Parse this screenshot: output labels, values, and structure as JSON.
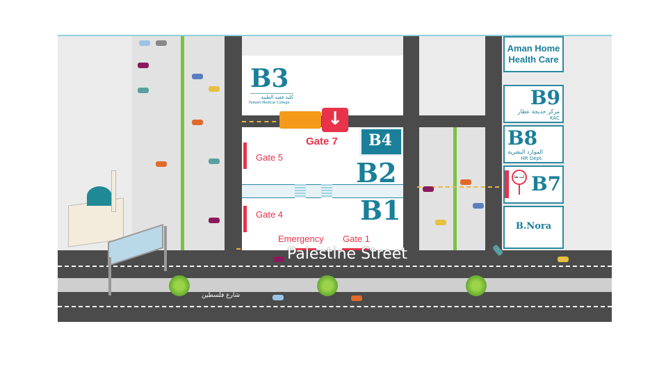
{
  "buildings": {
    "b3": {
      "label": "B3",
      "arabic": "كلية فقيه الطبية",
      "english": "Fakeeh Medical College"
    },
    "b4": {
      "label": "B4"
    },
    "b2": {
      "label": "B2"
    },
    "b1": {
      "label": "B1"
    },
    "aman": {
      "label": "Aman Home Health Care"
    },
    "b9": {
      "label": "B9",
      "arabic": "مركز خديجة عطار",
      "english": "KAC"
    },
    "b8": {
      "label": "B8",
      "arabic": "الموارد البشرية",
      "english": "HR Dept."
    },
    "b7": {
      "label": "B7",
      "marker": "أنت هنا"
    },
    "bnora": {
      "label": "B.Nora"
    }
  },
  "gates": {
    "gate7": "Gate 7",
    "gate5": "Gate 5",
    "gate4": "Gate 4",
    "emergency": "Emergency",
    "gate1": "Gate 1"
  },
  "streets": {
    "english": "Palestine Street",
    "arabic": "شارع فلسطين"
  },
  "colors": {
    "teal": "#1a7f99",
    "red": "#e8334a",
    "road": "#4b4b4b",
    "green": "#7cc242"
  }
}
